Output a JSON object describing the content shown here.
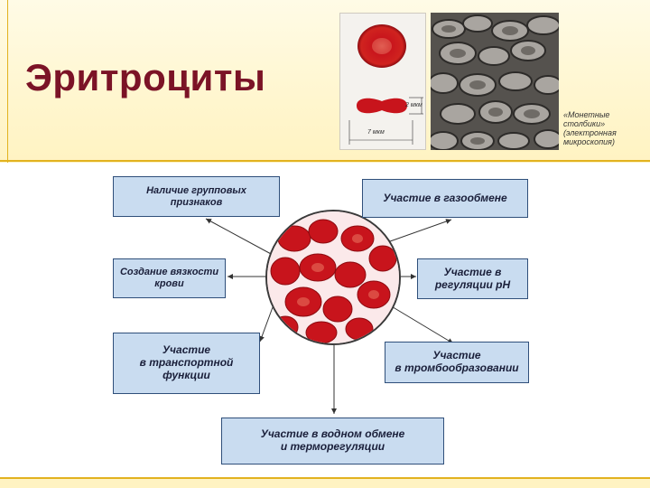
{
  "slide": {
    "title": "Эритроциты"
  },
  "illustration": {
    "dimension_thickness": "2 мкм",
    "dimension_diameter": "7 мкм",
    "caption": "«Монетные\nстолбики»\n(электронная\nмикроскопия)"
  },
  "diagram": {
    "functions": [
      "Наличие групповых\nпризнаков",
      "Создание вязкости\nкрови",
      "Участие\nв транспортной\nфункции",
      "Участие в водном обмене\nи терморегуляции",
      "Участие в газообмене",
      "Участие в\nрегуляции рН",
      "Участие\nв тромбообразовании"
    ]
  },
  "colors": {
    "title": "#7b1326",
    "box_fill": "#c9dcf0",
    "box_border": "#2f4f7a",
    "accent_line": "#e2b21f",
    "cell_red": "#c8141c"
  }
}
